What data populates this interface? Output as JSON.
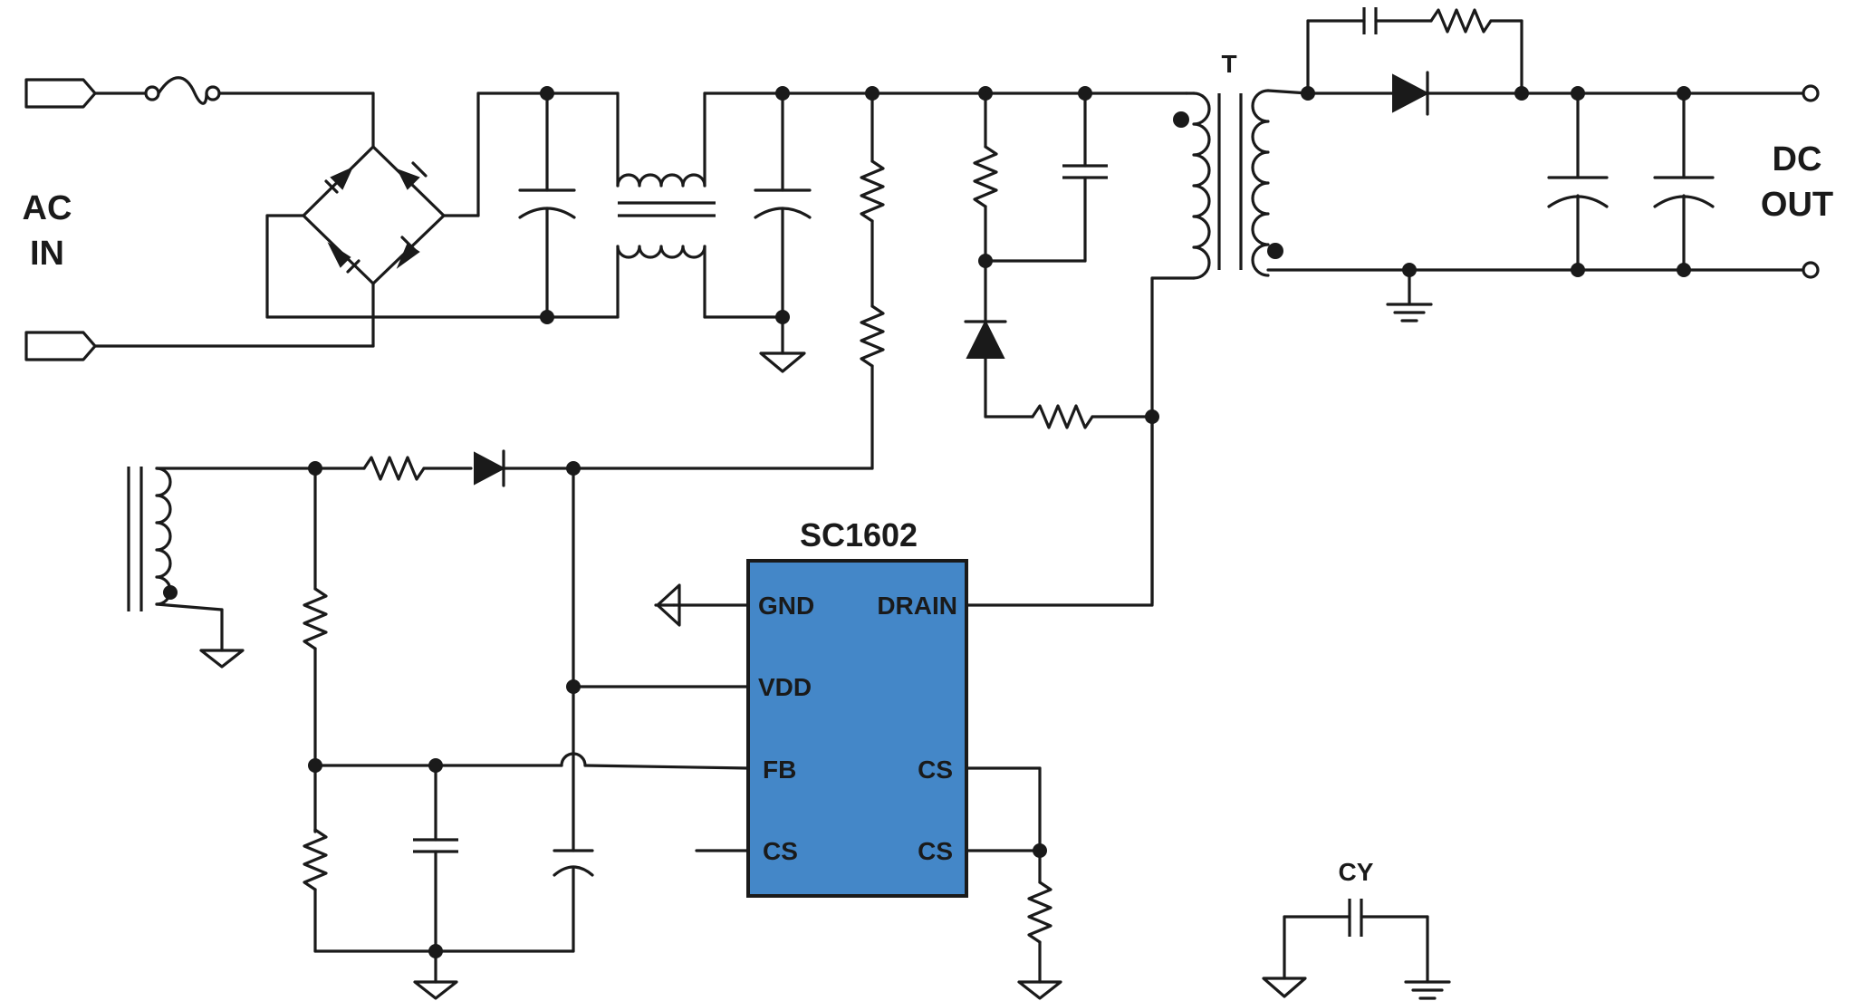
{
  "labels": {
    "ac_in_line1": "AC",
    "ac_in_line2": "IN",
    "dc_out_line1": "DC",
    "dc_out_line2": "OUT",
    "transformer": "T",
    "ic_name": "SC1602",
    "cy_label": "CY"
  },
  "ic_pins": {
    "gnd": "GND",
    "drain": "DRAIN",
    "vdd": "VDD",
    "fb": "FB",
    "cs_left": "CS",
    "cs_right_top": "CS",
    "cs_right_bottom": "CS"
  },
  "colors": {
    "chip_fill": "#4487c8",
    "wire": "#1a1a1a"
  }
}
